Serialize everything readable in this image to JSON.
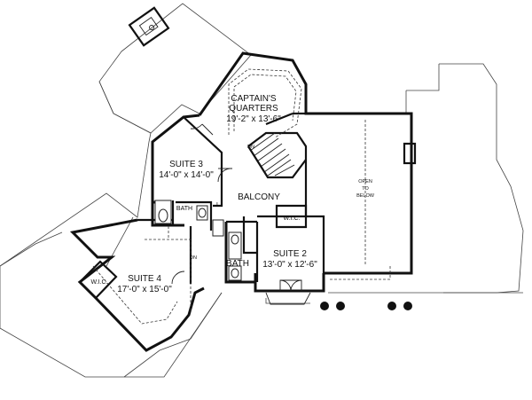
{
  "rooms": {
    "captains_quarters": {
      "name_line1": "CAPTAIN'S",
      "name_line2": "QUARTERS",
      "size": "19'-2\" x 13'-6\""
    },
    "suite3": {
      "name": "SUITE 3",
      "size": "14'-0\" x 14'-0\""
    },
    "balcony": {
      "name": "BALCONY"
    },
    "suite2": {
      "name": "SUITE 2",
      "size": "13'-0\" x 12'-6\""
    },
    "suite4": {
      "name": "SUITE 4",
      "size": "17'-0\" x 15'-0\""
    },
    "bath_upper": "BATH",
    "bath_lower": "BATH",
    "wic_suite2": "W.I.C.",
    "wic_suite4": "W.I.C.",
    "open_to_below": [
      "OPEN",
      "TO",
      "BELOW"
    ],
    "closet_mark": "L"
  },
  "annotations": {
    "dn_stair": "DN",
    "dn_suite4": "DN"
  }
}
